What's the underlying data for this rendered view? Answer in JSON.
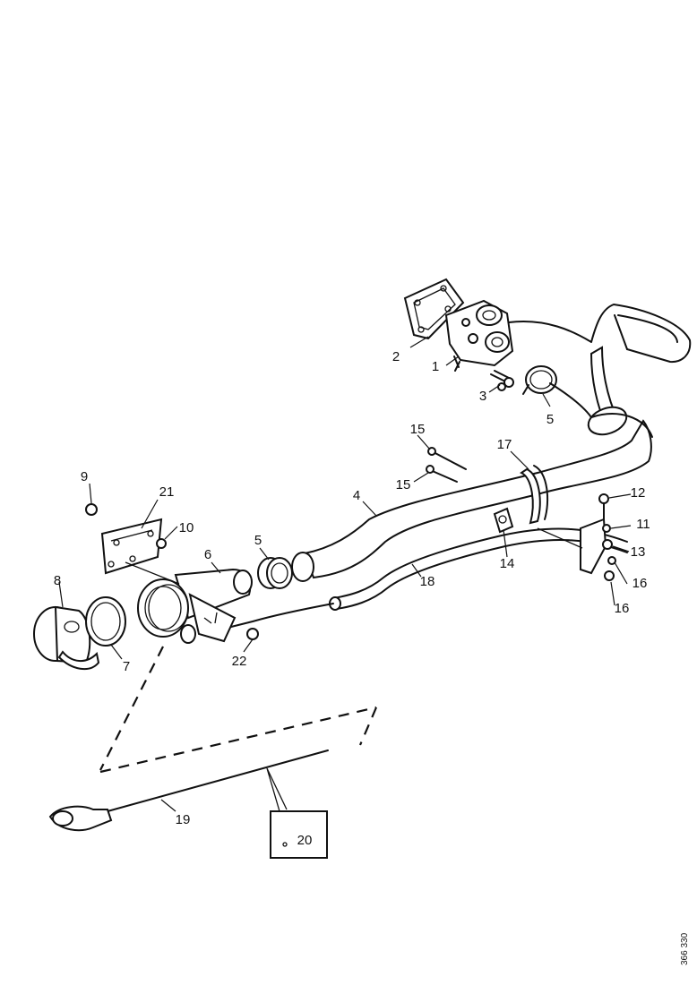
{
  "callouts": {
    "c1": "1",
    "c2": "2",
    "c3": "3",
    "c4": "4",
    "c5a": "5",
    "c5b": "5",
    "c6": "6",
    "c7": "7",
    "c8": "8",
    "c9": "9",
    "c10": "10",
    "c11": "11",
    "c12": "12",
    "c13": "13",
    "c14": "14",
    "c15a": "15",
    "c15b": "15",
    "c16a": "16",
    "c16b": "16",
    "c17": "17",
    "c18": "18",
    "c19": "19",
    "c20": "20",
    "c21": "21",
    "c22": "22"
  },
  "reference_code": "366 330"
}
